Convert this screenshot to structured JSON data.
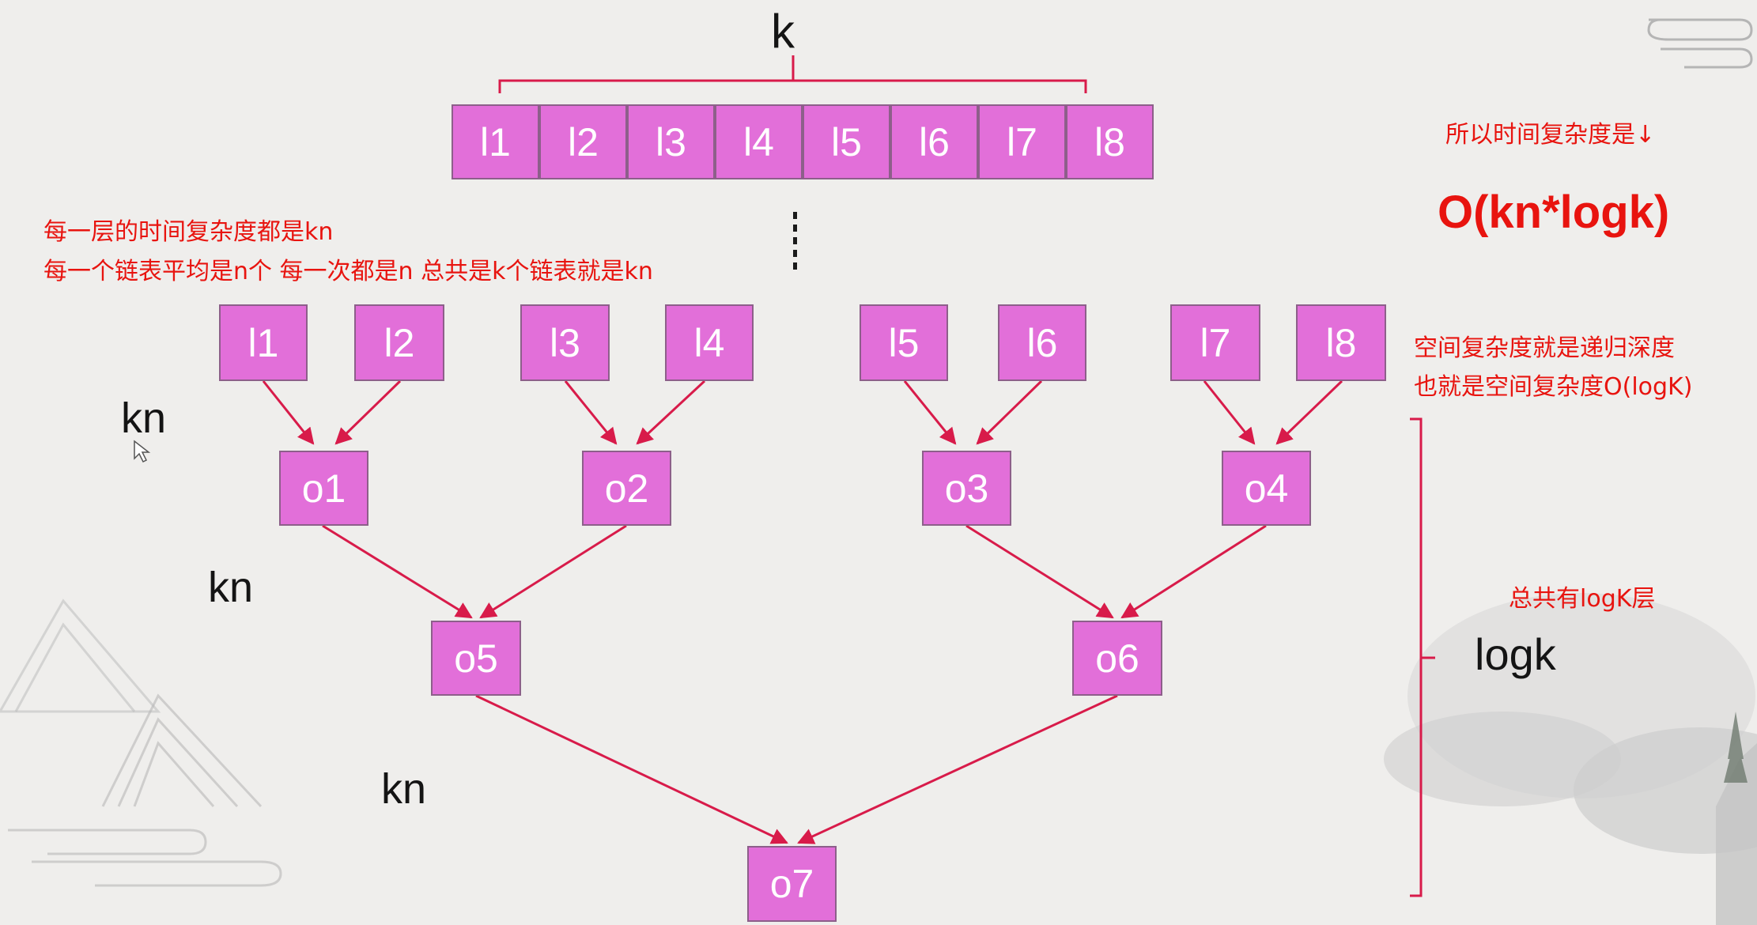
{
  "top_label": "k",
  "top_row": [
    "l1",
    "l2",
    "l3",
    "l4",
    "l5",
    "l6",
    "l7",
    "l8"
  ],
  "leaf_row": [
    "l1",
    "l2",
    "l3",
    "l4",
    "l5",
    "l6",
    "l7",
    "l8"
  ],
  "merge_level_1": [
    "o1",
    "o2",
    "o3",
    "o4"
  ],
  "merge_level_2": [
    "o5",
    "o6"
  ],
  "merge_level_3": [
    "o7"
  ],
  "level_costs": [
    "kn",
    "kn",
    "kn"
  ],
  "depth_label": "logk",
  "notes": {
    "per_level_1": "每一层的时间复杂度都是kn",
    "per_level_2": "每一个链表平均是n个 每一次都是n 总共是k个链表就是kn",
    "so_time": "所以时间复杂度是↓",
    "big_o": "O(kn*logk)",
    "space_1": "空间复杂度就是递归深度",
    "space_2": "也就是空间复杂度O(logK)",
    "total_levels": "总共有logK层"
  },
  "colors": {
    "box_fill": "#e26fd9",
    "box_border": "#8d5f8a",
    "arrow": "#d81b4a",
    "annotation_red": "#e8140f"
  }
}
